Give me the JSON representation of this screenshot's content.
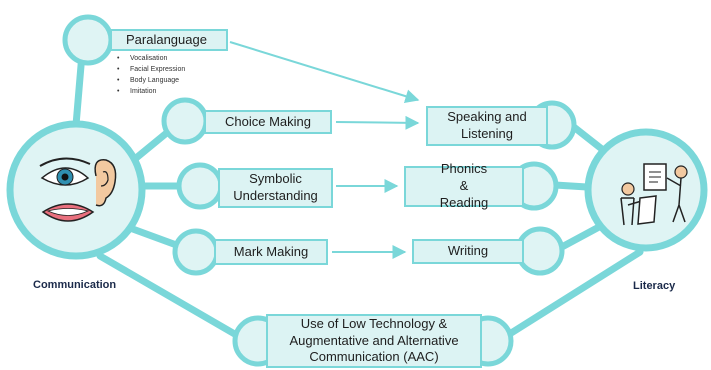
{
  "hubs": {
    "communication": "Communication",
    "literacy": "Literacy"
  },
  "nodes": {
    "paralanguage": "Paralanguage",
    "choice_making": "Choice Making",
    "symbolic": "Symbolic Understanding",
    "mark_making": "Mark Making",
    "speaking": "Speaking and Listening",
    "phonics": "Phonics & Reading",
    "writing": "Writing",
    "aac": "Use of Low Technology & Augmentative and Alternative Communication (AAC)"
  },
  "paralanguage_items": [
    "Vocalisation",
    "Facial Expression",
    "Body Language",
    "Imitation"
  ],
  "colors": {
    "accent": "#7ad7d9",
    "box_fill": "#dcf3f3",
    "hub_fill": "#dff4f4"
  },
  "icons": {
    "communication": "eye-ear-mouth-icon",
    "literacy": "reading-people-icon"
  }
}
